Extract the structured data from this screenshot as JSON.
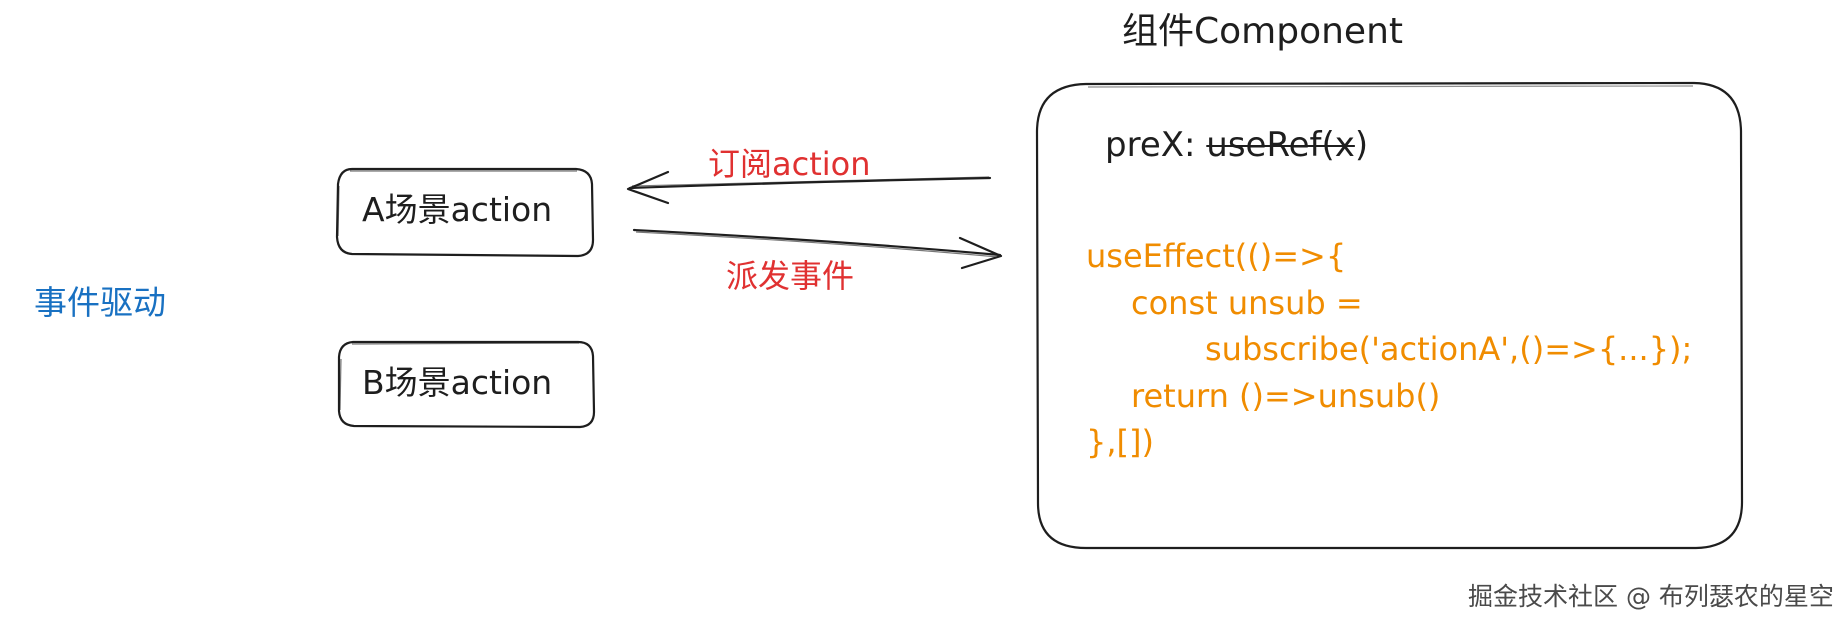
{
  "component": {
    "title": "组件Component",
    "prex_label": "preX: ",
    "prex_struck": "useRef(x",
    "prex_tail": ")",
    "code_lines": [
      "useEffect(()=>{",
      "const unsub =",
      "subscribe('actionA',()=>{...});",
      "return ()=>unsub()",
      "},[])"
    ]
  },
  "scenes": {
    "a_label": "A场景action",
    "b_label": "B场景action"
  },
  "arrows": {
    "subscribe_label": "订阅action",
    "dispatch_label": "派发事件"
  },
  "side_label": "事件驱动",
  "watermark": "掘金技术社区 @ 布列瑟农的星空",
  "colors": {
    "stroke": "#1e1e1e",
    "code": "#f08c00",
    "arrow_text": "#e03131",
    "side_text": "#1971c2"
  }
}
